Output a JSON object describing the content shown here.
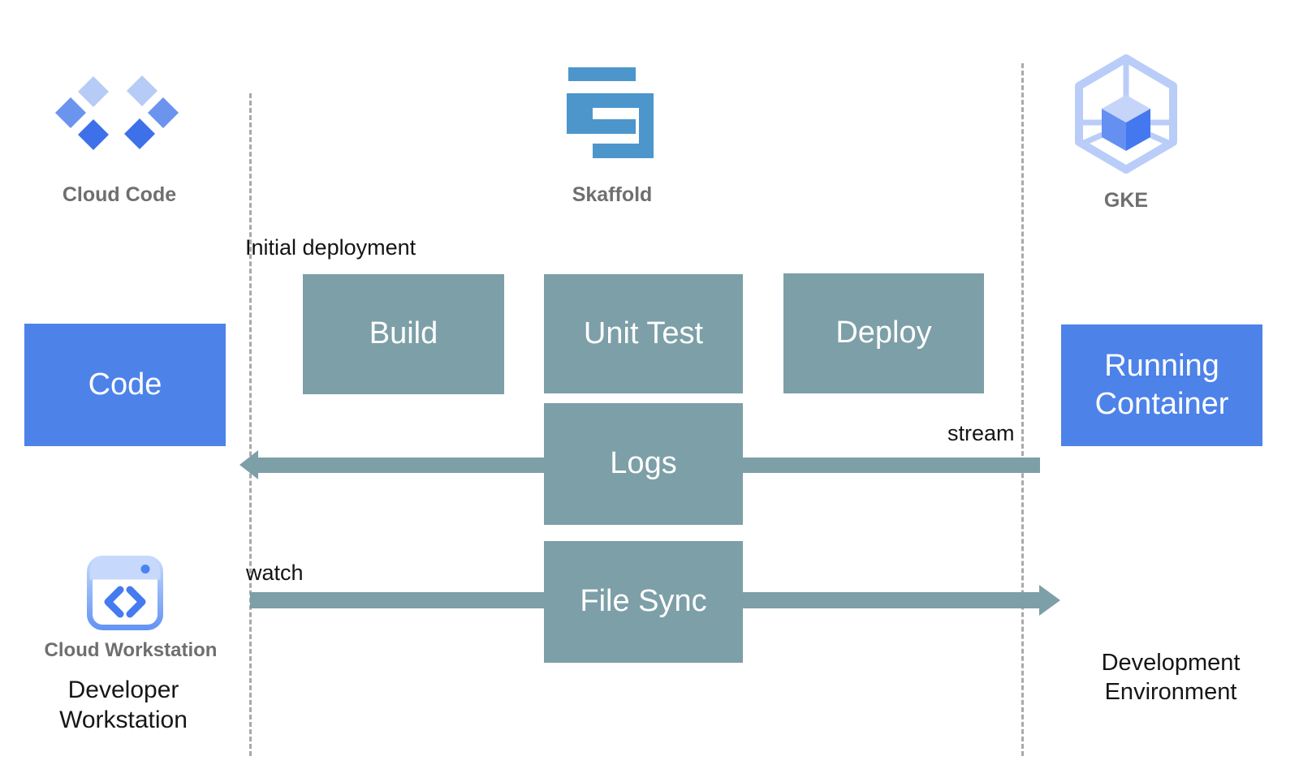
{
  "diagram": {
    "tools": {
      "cloud_code": {
        "label": "Cloud Code"
      },
      "skaffold": {
        "label": "Skaffold"
      },
      "gke": {
        "label": "GKE"
      }
    },
    "nodes": {
      "code": "Code",
      "build": "Build",
      "unit_test": "Unit Test",
      "deploy": "Deploy",
      "logs": "Logs",
      "file_sync": "File Sync",
      "running_container": "Running Container"
    },
    "annotations": {
      "initial_deployment": "Initial deployment",
      "stream": "stream",
      "watch": "watch"
    },
    "footer": {
      "workstation_icon_label": "Cloud Workstation",
      "left_environment": "Developer Workstation",
      "right_environment": "Development Environment"
    },
    "colors": {
      "process_box_teal": "#7d9fa7",
      "artifact_box_blue": "#4d82e9",
      "skaffold_logo_blue": "#4c96cc",
      "google_blue": "#4b82f0",
      "icon_light_blue": "#b9cdf8",
      "tool_label_gray": "#6f6f6f",
      "dashed_line_gray": "#a9a9a9"
    }
  }
}
